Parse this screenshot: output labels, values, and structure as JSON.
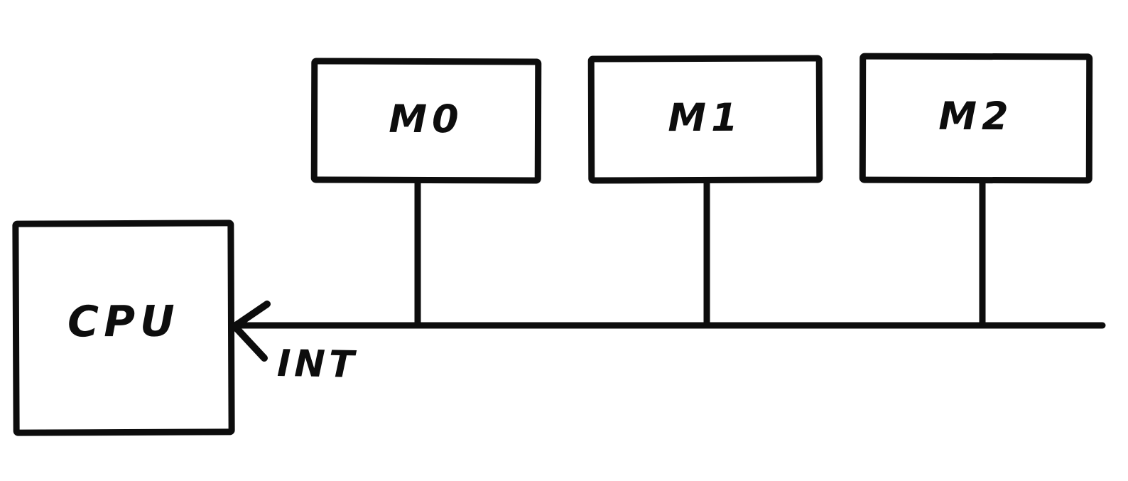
{
  "diagram": {
    "cpu": {
      "label": "CPU"
    },
    "modules": [
      {
        "label": "M0"
      },
      {
        "label": "M1"
      },
      {
        "label": "M2"
      }
    ],
    "bus": {
      "label": "INT"
    },
    "colors": {
      "ink": "#0d0d0d",
      "background": "#ffffff"
    }
  }
}
